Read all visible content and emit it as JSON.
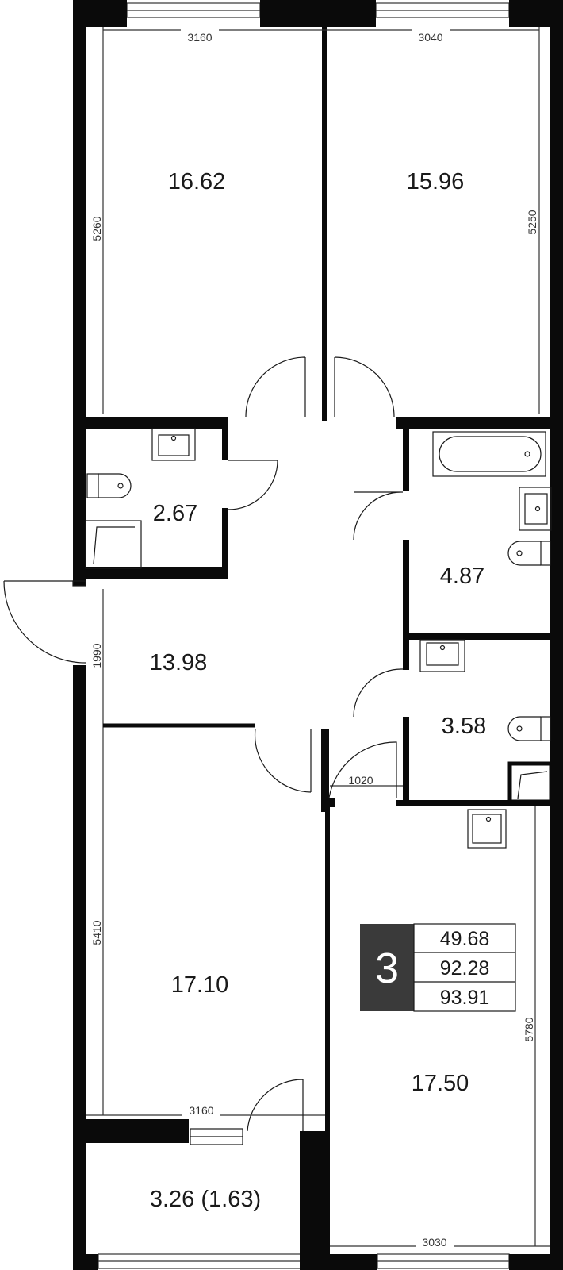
{
  "colors": {
    "wall": "#0a0a0a",
    "line": "#333333",
    "badge_bg": "#3a3a3a",
    "badge_text": "#ffffff",
    "background": "#ffffff"
  },
  "rooms": [
    {
      "id": "bedroom-top-left",
      "area": "16.62"
    },
    {
      "id": "bedroom-top-right",
      "area": "15.96"
    },
    {
      "id": "wc",
      "area": "2.67"
    },
    {
      "id": "bathroom",
      "area": "4.87"
    },
    {
      "id": "hallway",
      "area": "13.98"
    },
    {
      "id": "shower-room",
      "area": "3.58"
    },
    {
      "id": "bedroom-bottom-left",
      "area": "17.10"
    },
    {
      "id": "kitchen-living",
      "area": "17.50"
    },
    {
      "id": "balcony",
      "area": "3.26 (1.63)"
    }
  ],
  "dimensions": {
    "top_left_width": "3160",
    "top_right_width": "3040",
    "top_left_height": "5260",
    "top_right_height": "5250",
    "hall_height": "1990",
    "door_width": "1020",
    "bottom_left_height": "5410",
    "bottom_left_width": "3160",
    "bottom_right_height": "5780",
    "bottom_right_width": "3030"
  },
  "badge": {
    "rooms_count": "3",
    "living_area": "49.68",
    "total_area": "92.28",
    "total_area_with_balcony": "93.91"
  }
}
